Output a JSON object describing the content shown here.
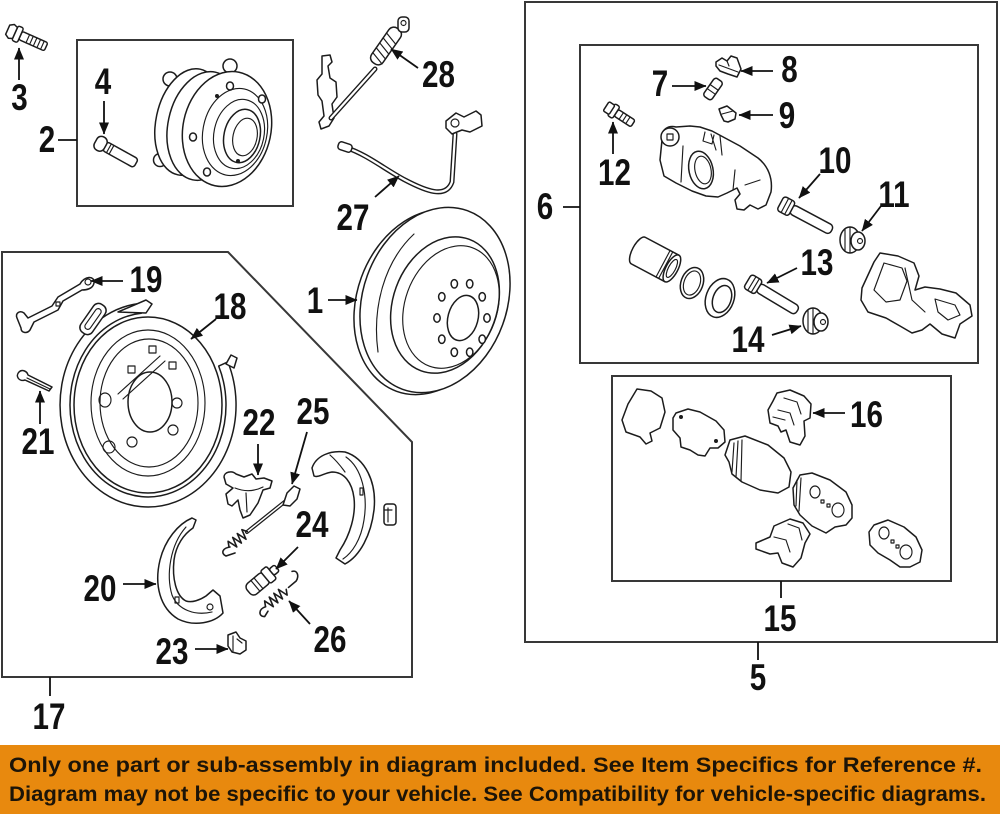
{
  "diagram": {
    "callouts": [
      {
        "label": "1",
        "icon": "brake-rotor"
      },
      {
        "label": "2",
        "icon": "hub-bearing-assembly"
      },
      {
        "label": "3",
        "icon": "hub-bolt"
      },
      {
        "label": "4",
        "icon": "wheel-stud"
      },
      {
        "label": "5",
        "icon": "caliper-pad-assembly"
      },
      {
        "label": "6",
        "icon": "caliper-assembly"
      },
      {
        "label": "7",
        "icon": "bleeder-screw"
      },
      {
        "label": "8",
        "icon": "caliper-clip"
      },
      {
        "label": "9",
        "icon": "dust-cap"
      },
      {
        "label": "10",
        "icon": "guide-pin"
      },
      {
        "label": "11",
        "icon": "guide-pin-boot"
      },
      {
        "label": "12",
        "icon": "caliper-bolt"
      },
      {
        "label": "13",
        "icon": "lock-pin"
      },
      {
        "label": "14",
        "icon": "lock-pin-boot"
      },
      {
        "label": "15",
        "icon": "brake-pad-set"
      },
      {
        "label": "16",
        "icon": "pad-clip"
      },
      {
        "label": "17",
        "icon": "parking-brake-assembly"
      },
      {
        "label": "18",
        "icon": "backing-plate"
      },
      {
        "label": "19",
        "icon": "parking-brake-lever"
      },
      {
        "label": "20",
        "icon": "parking-brake-shoe"
      },
      {
        "label": "21",
        "icon": "retainer-pin"
      },
      {
        "label": "22",
        "icon": "actuator-lever"
      },
      {
        "label": "23",
        "icon": "hold-down-clip"
      },
      {
        "label": "24",
        "icon": "adjuster"
      },
      {
        "label": "25",
        "icon": "adjuster-strut-spring"
      },
      {
        "label": "26",
        "icon": "return-spring"
      },
      {
        "label": "27",
        "icon": "sensor-cable"
      },
      {
        "label": "28",
        "icon": "wheel-speed-sensor"
      }
    ],
    "groups": [
      {
        "label": "2",
        "contains": [
          "4"
        ]
      },
      {
        "label": "5",
        "contains": [
          "6",
          "15"
        ]
      },
      {
        "label": "6",
        "contains": [
          "7",
          "8",
          "9",
          "10",
          "11",
          "12",
          "13",
          "14"
        ]
      },
      {
        "label": "15",
        "contains": [
          "16"
        ]
      },
      {
        "label": "17",
        "contains": [
          "18",
          "19",
          "20",
          "21",
          "22",
          "23",
          "24",
          "25",
          "26"
        ]
      }
    ]
  },
  "banner": {
    "lines": [
      "Only one part or sub-assembly in diagram included. See Item Specifics for Reference #.",
      "Diagram may not be specific to your vehicle. See Compatibility for vehicle-specific diagrams."
    ],
    "background_color": "#E8890E",
    "text_color": "#1C1408"
  }
}
